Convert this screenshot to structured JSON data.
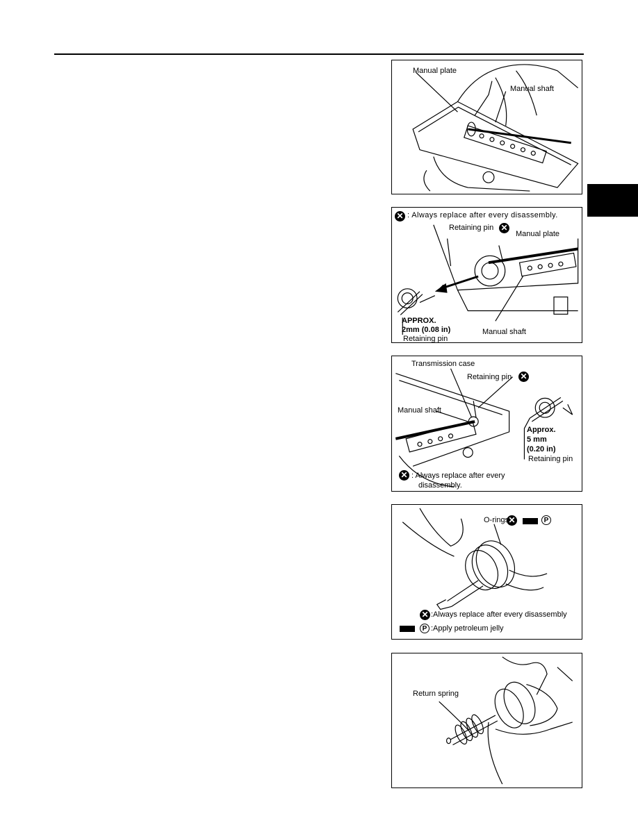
{
  "figure1": {
    "manual_plate": "Manual plate",
    "manual_shaft": "Manual shaft"
  },
  "figure2": {
    "legend": ": Always replace after every disassembly.",
    "retaining_pin": "Retaining pin",
    "manual_plate": "Manual plate",
    "approx": "APPROX.",
    "dimension": "2mm (0.08 in)",
    "retaining_pin_bottom": "Retaining pin",
    "manual_shaft": "Manual shaft"
  },
  "figure3": {
    "transmission_case": "Transmission case",
    "retaining_pin": "Retaining pin",
    "manual_shaft": "Manual shaft",
    "approx": "Approx.",
    "dim_mm": "5 mm",
    "dim_in": "(0.20  in)",
    "retaining_pin_dim": "Retaining pin",
    "legend_line1": ": Always replace after every",
    "legend_line2": "disassembly."
  },
  "figure4": {
    "o_rings": "O-rings",
    "p_symbol": "P",
    "legend_replace": ":Always replace after every disassembly",
    "legend_jelly": ":Apply petroleum jelly"
  },
  "figure5": {
    "return_spring": "Return spring"
  },
  "icons": {
    "replace": "x-circle-icon",
    "jelly": "petroleum-jelly-icon",
    "p": "p-circle-icon"
  }
}
